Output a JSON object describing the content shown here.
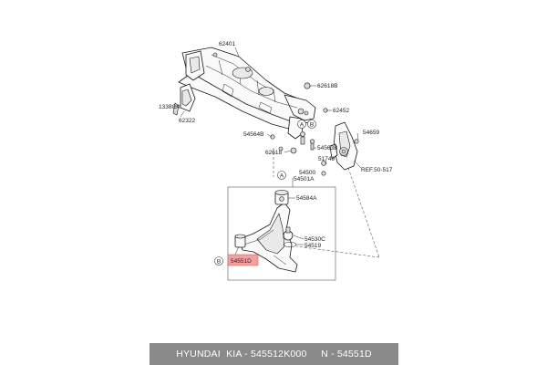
{
  "diagram": {
    "part_labels": {
      "p62401": "62401",
      "p62618b": "62618B",
      "p1338ca": "1338CA",
      "p62452": "62452",
      "p62322": "62322",
      "p54659": "54659",
      "p54564b": "54564B",
      "p54563b": "54563B",
      "p62618": "62618",
      "p51749": "51749",
      "p54500": "54500",
      "p54501a": "54501A",
      "p54584a": "54584A",
      "p54530c": "54530C",
      "p54519": "54519",
      "p54551d": "54551D"
    },
    "ref_label": "REF.50-517",
    "callout_a_upper": "A",
    "callout_a_lower": "A",
    "callout_b_upper": "B",
    "callout_b_lower": "B",
    "highlight_color": "#f4a0a0"
  },
  "footer": {
    "caption": "HYUNDAI  KIA - 545512K000     N - 54551D"
  }
}
